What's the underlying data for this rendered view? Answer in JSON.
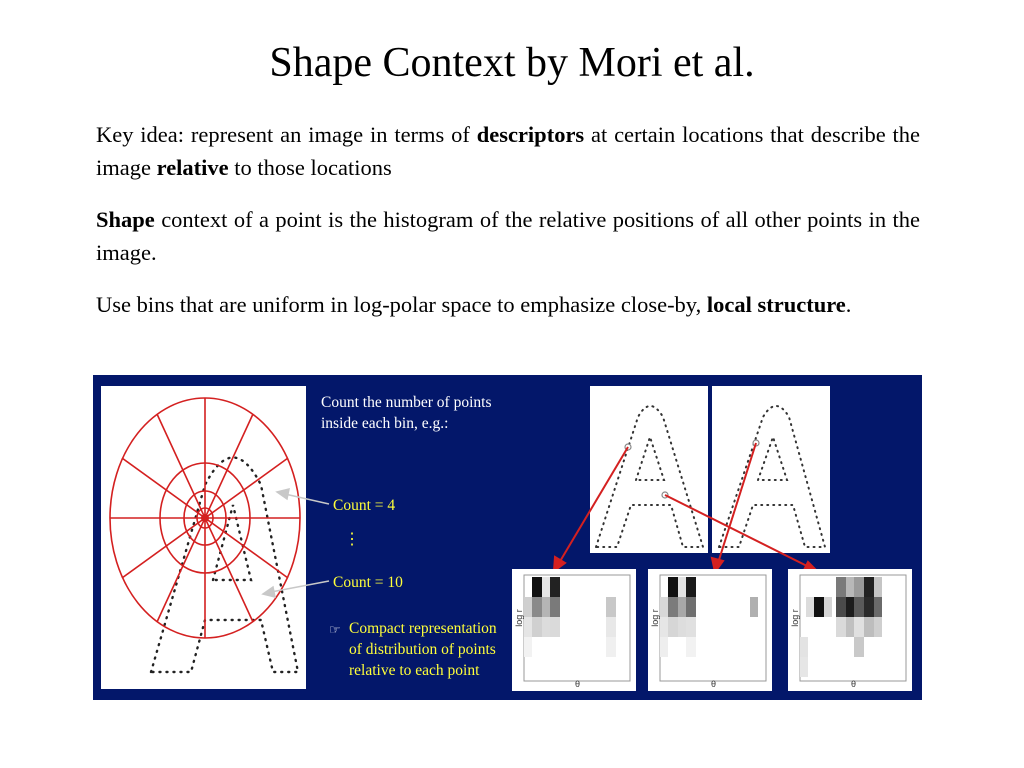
{
  "slide": {
    "title": "Shape Context by Mori et al.",
    "p1": {
      "t1": "Key idea: represent an image in terms of ",
      "b1": "descriptors",
      "t2": " at certain locations that describe the image ",
      "b2": "relative",
      "t3": " to those locations"
    },
    "p2": {
      "b1": "Shape",
      "t1": " context of a point is the histogram of the relative positions of all other points in the image."
    },
    "p3": {
      "t1": "Use bins that are uniform in log-polar space to emphasize close-by, ",
      "b1": "local structure",
      "t2": "."
    }
  },
  "figure": {
    "caption_line1": "Count the number of points",
    "caption_line2": "inside each bin, e.g.:",
    "count_a": "Count = 4",
    "dots": "⋮",
    "count_b": "Count = 10",
    "bullet_icon": "pointing-hand-icon",
    "bullet_glyph": "☞",
    "compact_line1": "Compact representation",
    "compact_line2": "of distribution of points",
    "compact_line3": "relative to each point",
    "hist_ylabel": "log r",
    "hist_xlabel": "θ",
    "colors": {
      "background": "#03176a",
      "caption": "#ffffff",
      "highlight": "#ffff3a",
      "diagram_red": "#d42020"
    }
  }
}
